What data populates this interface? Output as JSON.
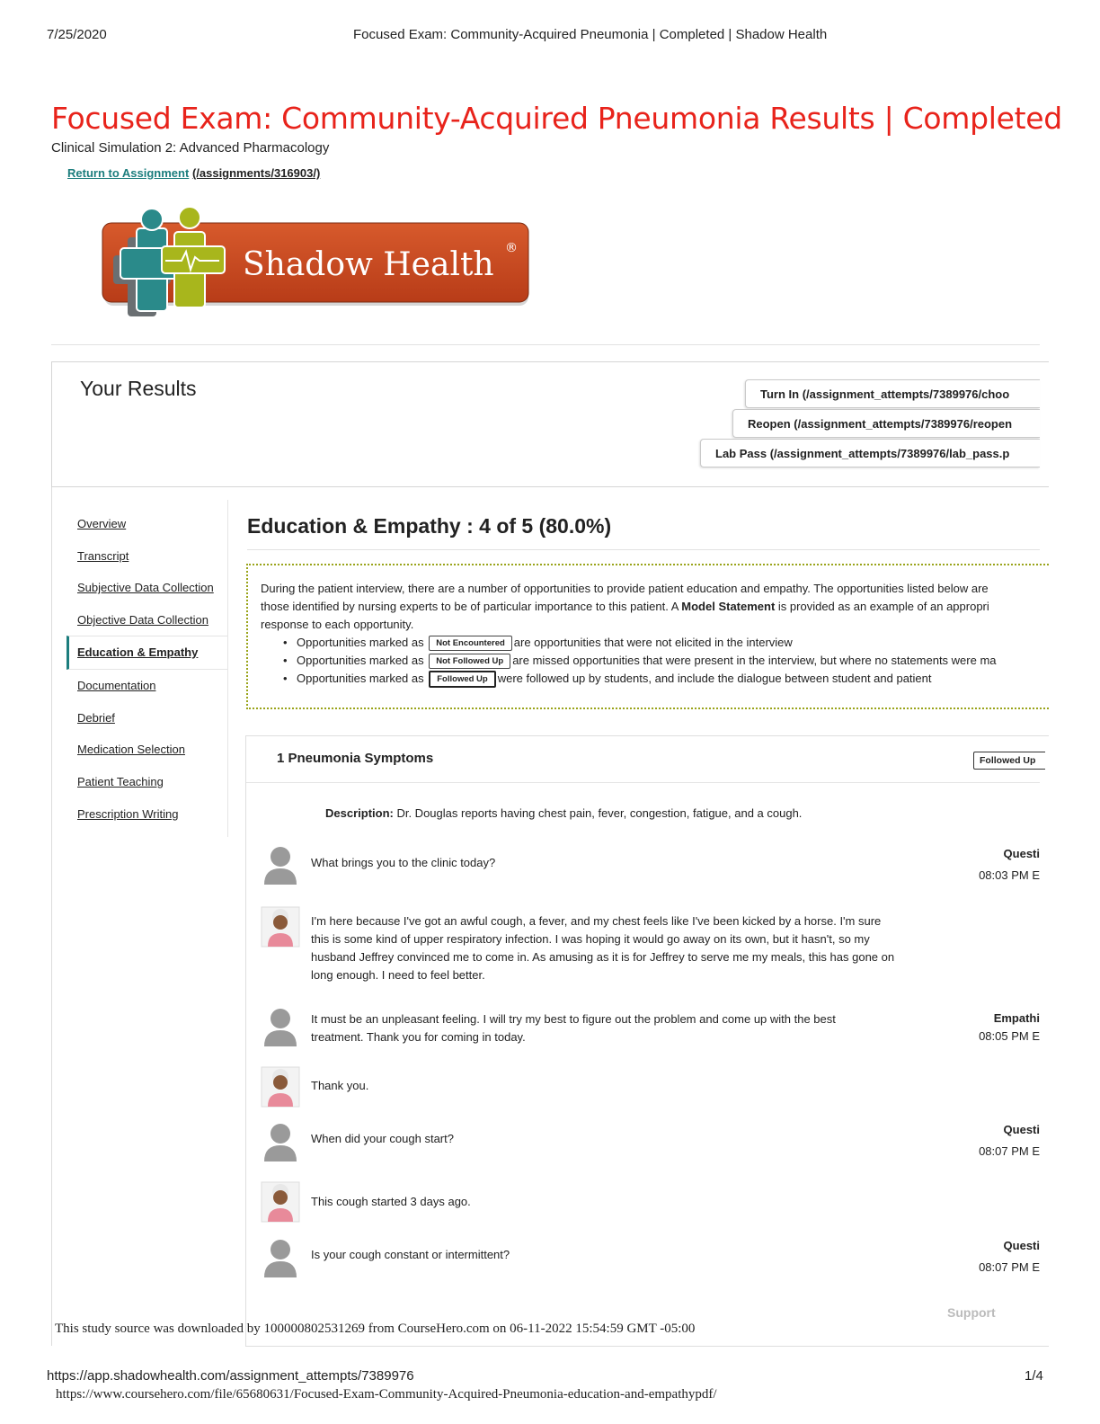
{
  "print_header": {
    "date": "7/25/2020",
    "title": "Focused Exam: Community-Acquired Pneumonia | Completed | Shadow Health"
  },
  "page": {
    "title": "Focused Exam: Community-Acquired Pneumonia Results | Completed",
    "subtitle": "Clinical Simulation 2: Advanced Pharmacology",
    "return_link_label": "Return to Assignment",
    "return_link_url": "(/assignments/316903/)"
  },
  "logo": {
    "text": "Shadow Health",
    "trademark": "®"
  },
  "results": {
    "title": "Your Results",
    "buttons": [
      "Turn In (/assignment_attempts/7389976/choo",
      "Reopen (/assignment_attempts/7389976/reopen",
      "Lab Pass (/assignment_attempts/7389976/lab_pass.p"
    ]
  },
  "nav": {
    "items": [
      "Overview",
      "Transcript",
      "Subjective Data Collection",
      "Objective Data Collection",
      "Education & Empathy",
      "Documentation",
      "Debrief",
      "Medication Selection",
      "Patient Teaching",
      "Prescription Writing"
    ]
  },
  "section": {
    "title": "Education & Empathy : 4 of 5 (80.0%)",
    "intro_line1": "During the patient interview, there are a number of opportunities to provide patient education and empathy. The opportunities listed below are",
    "intro_line2_a": "those identified by nursing experts to be of particular importance to this patient. A ",
    "intro_line2_bold": "Model Statement",
    "intro_line2_b": " is provided as an example of an appropri",
    "intro_line3": "response to each opportunity.",
    "bullets": [
      {
        "prefix": "Opportunities marked as",
        "badge": "Not Encountered",
        "suffix": "are opportunities that were not elicited in the interview"
      },
      {
        "prefix": "Opportunities marked as",
        "badge": "Not Followed Up",
        "suffix": "are missed opportunities that were present in the interview, but where no statements were ma"
      },
      {
        "prefix": "Opportunities marked as",
        "badge": "Followed Up",
        "suffix": "were followed up by students, and include the dialogue between student and patient"
      }
    ]
  },
  "card": {
    "title": "1 Pneumonia Symptoms",
    "status": "Followed Up",
    "description_label": "Description:",
    "description": " Dr. Douglas reports having chest pain, fever, congestion, fatigue, and a cough.",
    "messages": [
      {
        "speaker": "student",
        "text": "What brings you to the clinic today?",
        "type": "Questi",
        "time": "08:03 PM E"
      },
      {
        "speaker": "patient",
        "text": "I'm here because I've got an awful cough, a fever, and my chest feels like I've been kicked by a horse. I'm sure this is some kind of upper respiratory infection. I was hoping it would go away on its own, but it hasn't, so my husband Jeffrey convinced me to come in. As amusing as it is for Jeffrey to serve me my meals, this has gone on long enough. I need to feel better."
      },
      {
        "speaker": "student",
        "text": "It must be an unpleasant feeling. I will try my best to figure out the problem and come up with the best treatment. Thank you for coming in today.",
        "type": "Empathi",
        "time": "08:05 PM E"
      },
      {
        "speaker": "patient",
        "text": "Thank you."
      },
      {
        "speaker": "student",
        "text": "When did your cough start?",
        "type": "Questi",
        "time": "08:07 PM E"
      },
      {
        "speaker": "patient",
        "text": "This cough started 3 days ago."
      },
      {
        "speaker": "student",
        "text": "Is your cough constant or intermittent?",
        "type": "Questi",
        "time": "08:07 PM E"
      }
    ]
  },
  "support_label": "Support",
  "watermark": "This study source was downloaded by 100000802531269 from CourseHero.com on 06-11-2022 15:54:59 GMT -05:00",
  "footer": {
    "url": "https://app.shadowhealth.com/assignment_attempts/7389976",
    "page": "1/4",
    "source_url": "https://www.coursehero.com/file/65680631/Focused-Exam-Community-Acquired-Pneumonia-education-and-empathypdf/"
  },
  "colors": {
    "title_red": "#e8231b",
    "link_teal": "#1b7d7d",
    "logo_orange": "#c9471f",
    "logo_teal": "#2a8a8a",
    "logo_green": "#a8b61c",
    "dotted_border": "#9aa41a"
  }
}
